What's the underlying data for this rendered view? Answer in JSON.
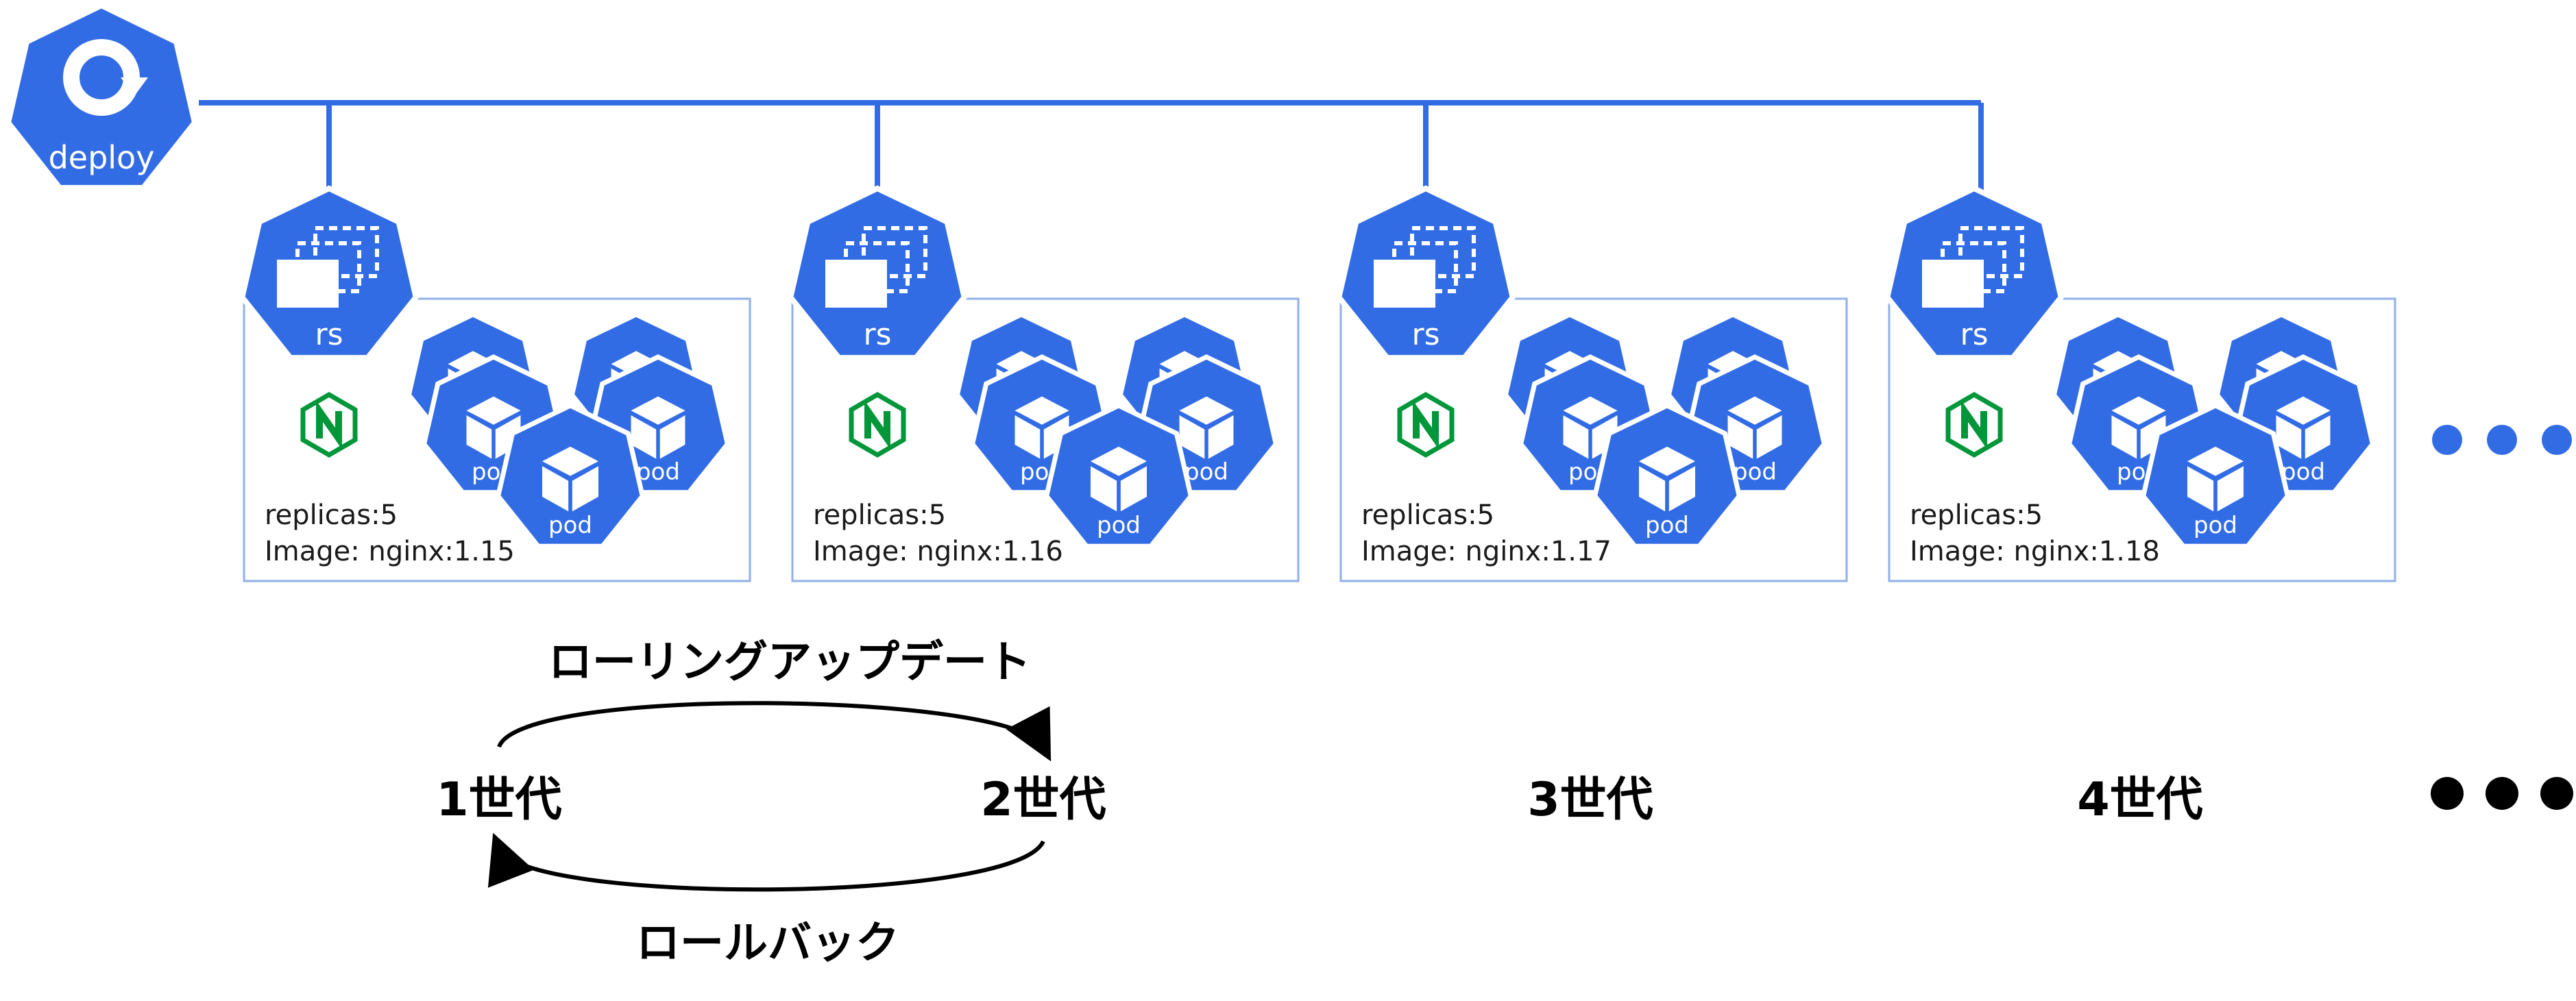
{
  "deployment": {
    "label": "deploy"
  },
  "generations": [
    {
      "rs_label": "rs",
      "pod_label": "pod",
      "replicas": "replicas:5",
      "image": "Image: nginx:1.15",
      "generation_label": "1世代"
    },
    {
      "rs_label": "rs",
      "pod_label": "pod",
      "replicas": "replicas:5",
      "image": "Image: nginx:1.16",
      "generation_label": "2世代"
    },
    {
      "rs_label": "rs",
      "pod_label": "pod",
      "replicas": "replicas:5",
      "image": "Image: nginx:1.17",
      "generation_label": "3世代"
    },
    {
      "rs_label": "rs",
      "pod_label": "pod",
      "replicas": "replicas:5",
      "image": "Image: nginx:1.18",
      "generation_label": "4世代"
    }
  ],
  "arrows": {
    "rolling_update": "ローリングアップデート",
    "rollback": "ロールバック"
  },
  "colors": {
    "k8s_blue": "#326CE5",
    "nginx_green": "#009639",
    "box_border": "#8FB0E8",
    "ellipsis_blue": "#326CE5",
    "ellipsis_black": "#000000"
  }
}
